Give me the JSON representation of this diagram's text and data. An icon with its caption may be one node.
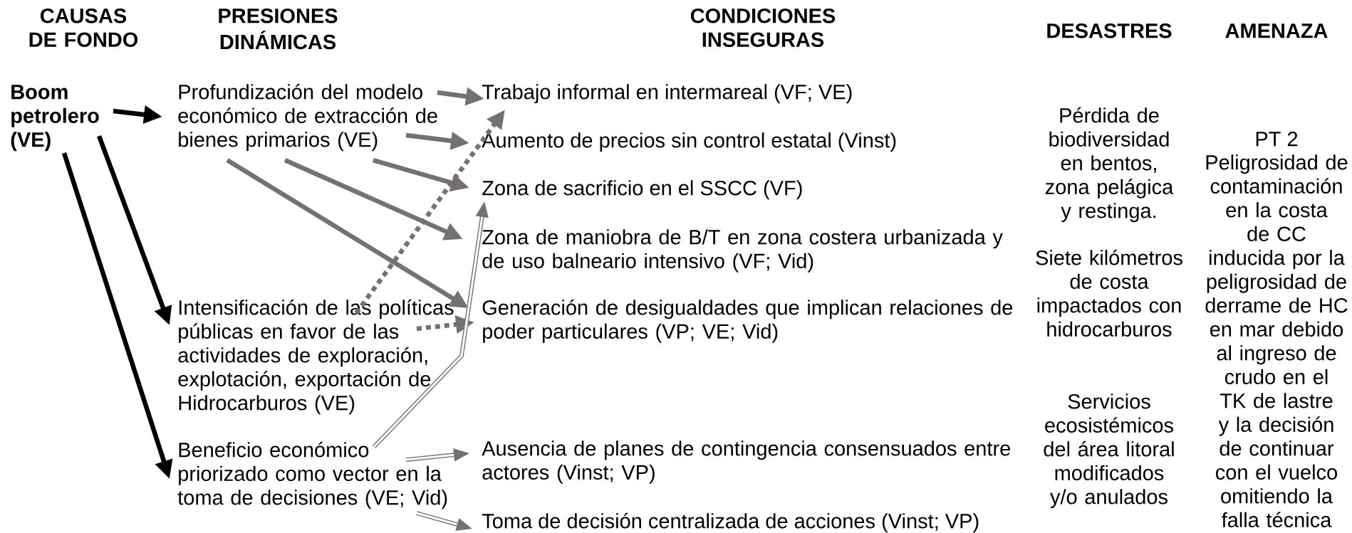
{
  "diagram": {
    "nodes": [
      {
        "text": [
          "Boom petrolero (VE)"
        ]
      },
      {
        "text": [
          "Profundización del modelo económico de extracción de bienes primarios (VE)"
        ]
      },
      {
        "text": [
          "Intensificación de las políticas públicas en favor de las actividades de exploración, explotación, exportación de Hidrocarburos (VE)"
        ]
      },
      {
        "text": [
          "Beneficio económico priorizado como vector en la toma de decisiones (VE; Vid)"
        ]
      },
      {
        "text": [
          "Trabajo informal en intermareal (VF; VE)"
        ]
      },
      {
        "text": [
          "Aumento de precios sin control estatal (Vinst)"
        ]
      },
      {
        "text": [
          "Zona de sacrificio en el SSCC (VF)"
        ]
      },
      {
        "text": [
          "Zona de maniobra de B/T en zona costera urbanizada y de uso balneario intensivo (VF; Vid)"
        ]
      },
      {
        "text": [
          "Generación de desigualdades que implican relaciones de poder particulares (VP; VE; Vid)"
        ]
      },
      {
        "text": [
          "Ausencia de planes de contingencia consensuados entre actores (Vinst; VP)"
        ]
      },
      {
        "text": [
          "Toma de decisión centralizada de acciones (Vinst; VP)"
        ]
      }
    ],
    "edges": [
      {
        "from": 0,
        "to": 1,
        "arrow": "to",
        "color": "#000000"
      },
      {
        "from": 0,
        "to": 2,
        "arrow": "to",
        "color": "#000000"
      },
      {
        "from": 0,
        "to": 3,
        "arrow": "to",
        "color": "#000000"
      },
      {
        "from": 1,
        "to": 4,
        "arrow": "to"
      },
      {
        "from": 1,
        "to": 5,
        "arrow": "to"
      },
      {
        "from": 1,
        "to": 6,
        "arrow": "to"
      },
      {
        "from": 1,
        "to": 7,
        "arrow": "to"
      },
      {
        "from": 1,
        "to": 8,
        "arrow": "to"
      },
      {
        "from": 2,
        "to": 4,
        "arrow": "to",
        "style": "dashed"
      },
      {
        "from": 2,
        "to": 8,
        "arrow": "to",
        "style": "dashed"
      },
      {
        "from": 3,
        "to": 6,
        "arrow": "to"
      },
      {
        "from": 3,
        "to": 9,
        "arrow": "to"
      },
      {
        "from": 3,
        "to": 10,
        "arrow": "to"
      }
    ],
    "labels": [
      "CAUSAS DE FONDO",
      "PRESIONES DINÁMICAS",
      "CONDICIONES INSEGURAS",
      "DESASTRES",
      "AMENAZA",
      "Pérdida de biodiversidad en bentos, zona pelágica y restinga.",
      "Siete kilómetros de costa impactados con hidrocarburos",
      "Servicios ecosistémicos del área litoral modificados y/o anulados",
      "PT 2",
      "Peligrosidad de contaminación en la costa de CC inducida por la peligrosidad de derrame de HC en mar debido al ingreso de crudo en el TK de lastre y la decisión de continuar con el vuelco omitiendo la falla técnica"
    ]
  }
}
